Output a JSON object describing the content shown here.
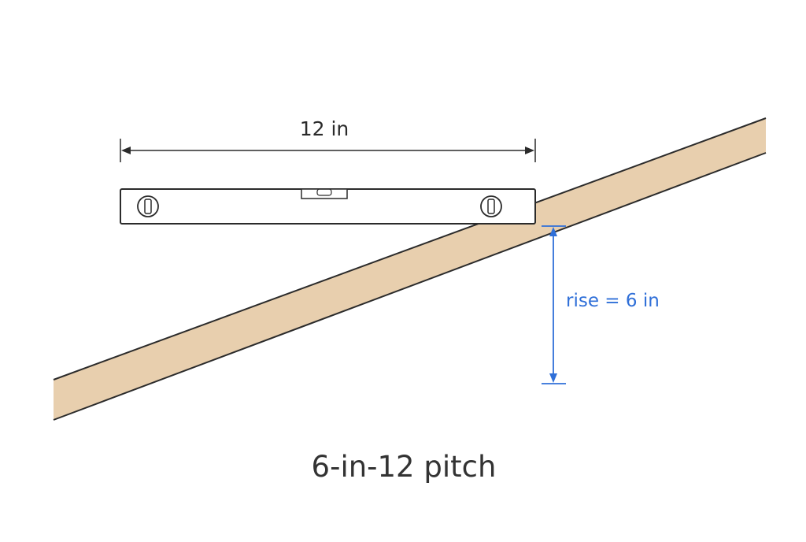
{
  "diagram": {
    "run_label": "12 in",
    "rise_label": "rise = 6 in",
    "pitch_caption": "6-in-12 pitch"
  },
  "colors": {
    "board_fill": "#e8cfae",
    "outline": "#2b2b2b",
    "level_fill": "#ffffff",
    "rise_accent": "#2f6fd8",
    "caption_text": "#333333"
  },
  "icons": {
    "level_tool": "spirit-level-icon",
    "bubble_vial": "bubble-vial-icon",
    "end_vials": "round-vial-icon"
  }
}
